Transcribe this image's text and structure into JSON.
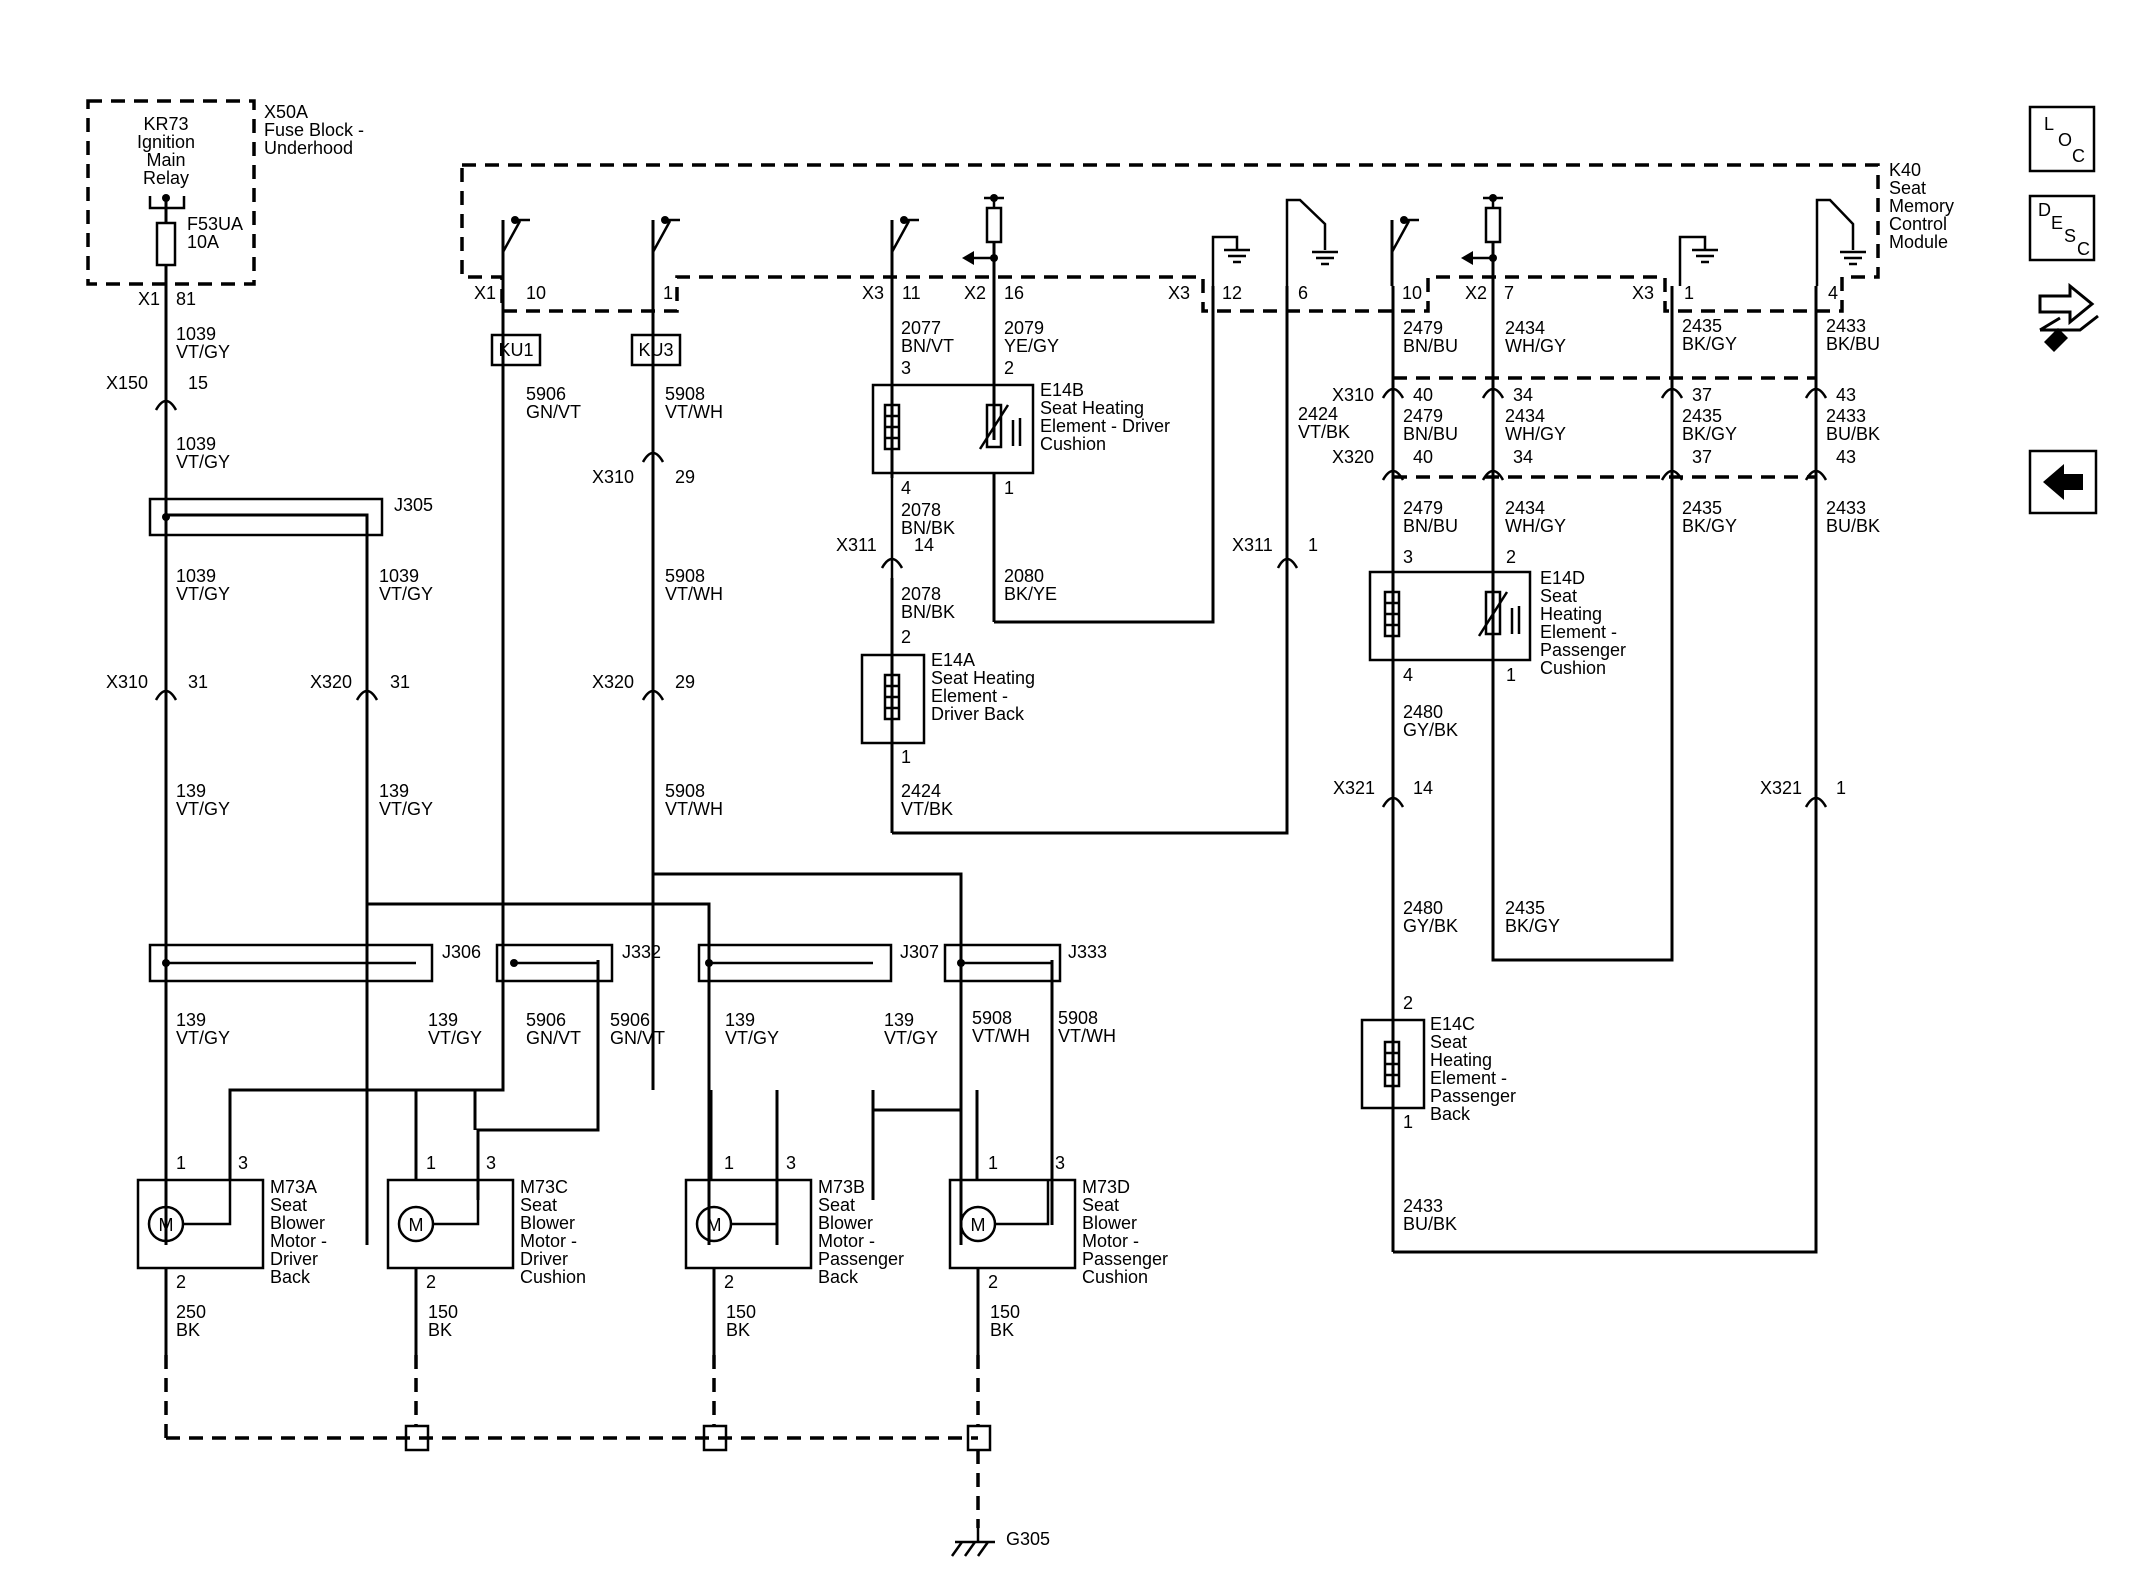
{
  "components": {
    "x50a": [
      "X50A",
      "Fuse Block -",
      "Underhood"
    ],
    "kr73": [
      "KR73",
      "Ignition",
      "Main",
      "Relay"
    ],
    "f53ua": [
      "F53UA",
      "10A"
    ],
    "k40": [
      "K40",
      "Seat",
      "Memory",
      "Control",
      "Module"
    ],
    "e14b": [
      "E14B",
      "Seat Heating",
      "Element - Driver",
      "Cushion"
    ],
    "e14a": [
      "E14A",
      "Seat Heating",
      "Element -",
      "Driver Back"
    ],
    "e14d": [
      "E14D",
      "Seat",
      "Heating",
      "Element -",
      "Passenger",
      "Cushion"
    ],
    "e14c": [
      "E14C",
      "Seat",
      "Heating",
      "Element -",
      "Passenger",
      "Back"
    ],
    "m73a": [
      "M73A",
      "Seat",
      "Blower",
      "Motor -",
      "Driver",
      "Back"
    ],
    "m73c": [
      "M73C",
      "Seat",
      "Blower",
      "Motor -",
      "Driver",
      "Cushion"
    ],
    "m73b": [
      "M73B",
      "Seat",
      "Blower",
      "Motor -",
      "Passenger",
      "Back"
    ],
    "m73d": [
      "M73D",
      "Seat",
      "Blower",
      "Motor -",
      "Passenger",
      "Cushion"
    ],
    "ku1": "KU1",
    "ku3": "KU3",
    "motor_symbol": "M",
    "ground": "G305"
  },
  "splices": [
    "J305",
    "J306",
    "J332",
    "J307",
    "J333"
  ],
  "connectors": {
    "x1": "X1",
    "x2": "X2",
    "x3": "X3",
    "x150": "X150",
    "x310": "X310",
    "x320": "X320",
    "x311": "X311",
    "x321": "X321"
  },
  "pins": [
    "81",
    "15",
    "31",
    "31",
    "10",
    "1",
    "29",
    "29",
    "11",
    "16",
    "3",
    "2",
    "4",
    "1",
    "14",
    "2",
    "1",
    "12",
    "6",
    "1",
    "10",
    "7",
    "1",
    "4",
    "40",
    "34",
    "37",
    "43",
    "40",
    "34",
    "37",
    "43",
    "3",
    "2",
    "4",
    "1",
    "14",
    "1",
    "2",
    "1",
    "1",
    "3",
    "2",
    "1",
    "3",
    "2",
    "1",
    "3",
    "2",
    "1",
    "3",
    "2"
  ],
  "wires": [
    [
      "1039",
      "VT/GY"
    ],
    [
      "1039",
      "VT/GY"
    ],
    [
      "1039",
      "VT/GY"
    ],
    [
      "1039",
      "VT/GY"
    ],
    [
      "139",
      "VT/GY"
    ],
    [
      "139",
      "VT/GY"
    ],
    [
      "139",
      "VT/GY"
    ],
    [
      "139",
      "VT/GY"
    ],
    [
      "139",
      "VT/GY"
    ],
    [
      "139",
      "VT/GY"
    ],
    [
      "5906",
      "GN/VT"
    ],
    [
      "5906",
      "GN/VT"
    ],
    [
      "5906",
      "GN/VT"
    ],
    [
      "5908",
      "VT/WH"
    ],
    [
      "5908",
      "VT/WH"
    ],
    [
      "5908",
      "VT/WH"
    ],
    [
      "5908",
      "VT/WH"
    ],
    [
      "5908",
      "VT/WH"
    ],
    [
      "2077",
      "BN/VT"
    ],
    [
      "2079",
      "YE/GY"
    ],
    [
      "2078",
      "BN/BK"
    ],
    [
      "2078",
      "BN/BK"
    ],
    [
      "2080",
      "BK/YE"
    ],
    [
      "2424",
      "VT/BK"
    ],
    [
      "2424",
      "VT/BK"
    ],
    [
      "2479",
      "BN/BU"
    ],
    [
      "2479",
      "BN/BU"
    ],
    [
      "2479",
      "BN/BU"
    ],
    [
      "2434",
      "WH/GY"
    ],
    [
      "2434",
      "WH/GY"
    ],
    [
      "2434",
      "WH/GY"
    ],
    [
      "2435",
      "BK/GY"
    ],
    [
      "2435",
      "BK/GY"
    ],
    [
      "2435",
      "BK/GY"
    ],
    [
      "2435",
      "BK/GY"
    ],
    [
      "2433",
      "BK/BU"
    ],
    [
      "2433",
      "BU/BK"
    ],
    [
      "2433",
      "BU/BK"
    ],
    [
      "2433",
      "BU/BK"
    ],
    [
      "2480",
      "GY/BK"
    ],
    [
      "2480",
      "GY/BK"
    ],
    [
      "250",
      "BK"
    ],
    [
      "150",
      "BK"
    ],
    [
      "150",
      "BK"
    ],
    [
      "150",
      "BK"
    ]
  ],
  "side_buttons": {
    "loc": [
      "L",
      "O",
      "C"
    ],
    "desc": [
      "D",
      "E",
      "S",
      "C"
    ]
  }
}
